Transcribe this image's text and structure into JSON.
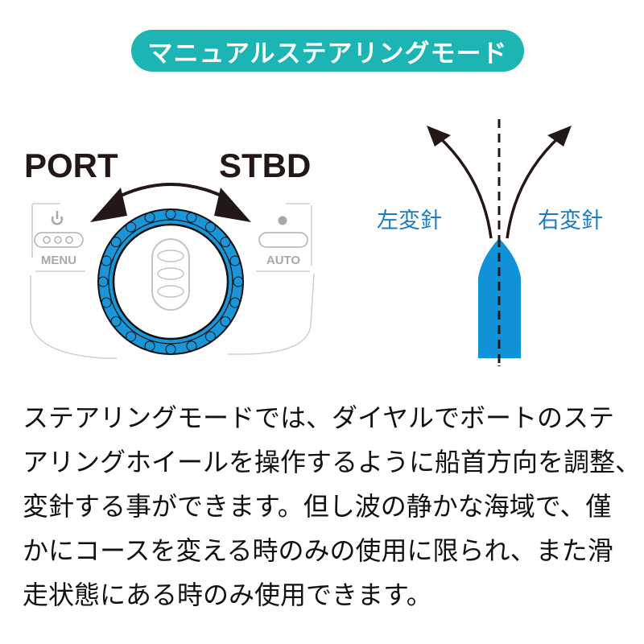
{
  "title": "マニュアルステアリングモード",
  "controller": {
    "port_label": "PORT",
    "stbd_label": "STBD",
    "menu_label": "MENU",
    "auto_label": "AUTO"
  },
  "boat_diagram": {
    "left_turn_label": "左変針",
    "right_turn_label": "右変針"
  },
  "description_lines": [
    "ステアリングモードでは、ダイヤルでボートのステ",
    "アリングホイールを操作するように船首方向を調整、",
    "変針する事ができます。但し波の静かな海域で、僅",
    "かにコースを変える時のみの使用に限られ、また滑",
    "走状態にある時のみ使用できます。"
  ],
  "colors": {
    "title_bg": "#1db4b4",
    "dial_blue": "#1a95d8",
    "boat_blue": "#0f92d8",
    "label_blue": "#1a7dc4"
  }
}
